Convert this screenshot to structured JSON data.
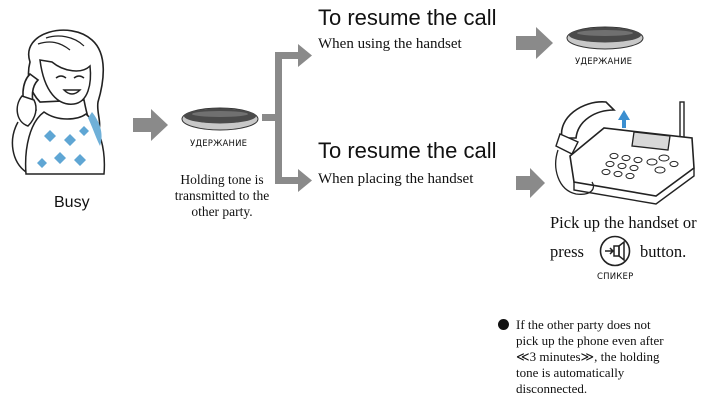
{
  "left": {
    "busy_label": "Busy"
  },
  "hold_button": {
    "label": "УДЕРЖАНИЕ",
    "caption_lines": [
      "Holding tone is",
      "transmitted to the",
      "other party."
    ]
  },
  "branch_handset": {
    "heading": "To resume the call",
    "subtext": "When using the handset",
    "button_label": "УДЕРЖАНИЕ"
  },
  "branch_placed": {
    "heading": "To resume the call",
    "subtext": "When placing the handset"
  },
  "instruction": {
    "line1": "Pick up the handset or",
    "press": "press",
    "button": "button.",
    "speaker_label": "СПИКЕР"
  },
  "note": {
    "lines": [
      "If the other party does not",
      "pick up the phone even after",
      "≪3 minutes≫, the holding",
      "tone is automatically",
      "disconnected."
    ]
  },
  "colors": {
    "arrow": "#8a8a8a",
    "button_top": "#4a4a4a",
    "button_body": "#c8c8c8",
    "hair_accent": "#6fb0d8",
    "shirt_pattern": "#5fa6d4"
  }
}
